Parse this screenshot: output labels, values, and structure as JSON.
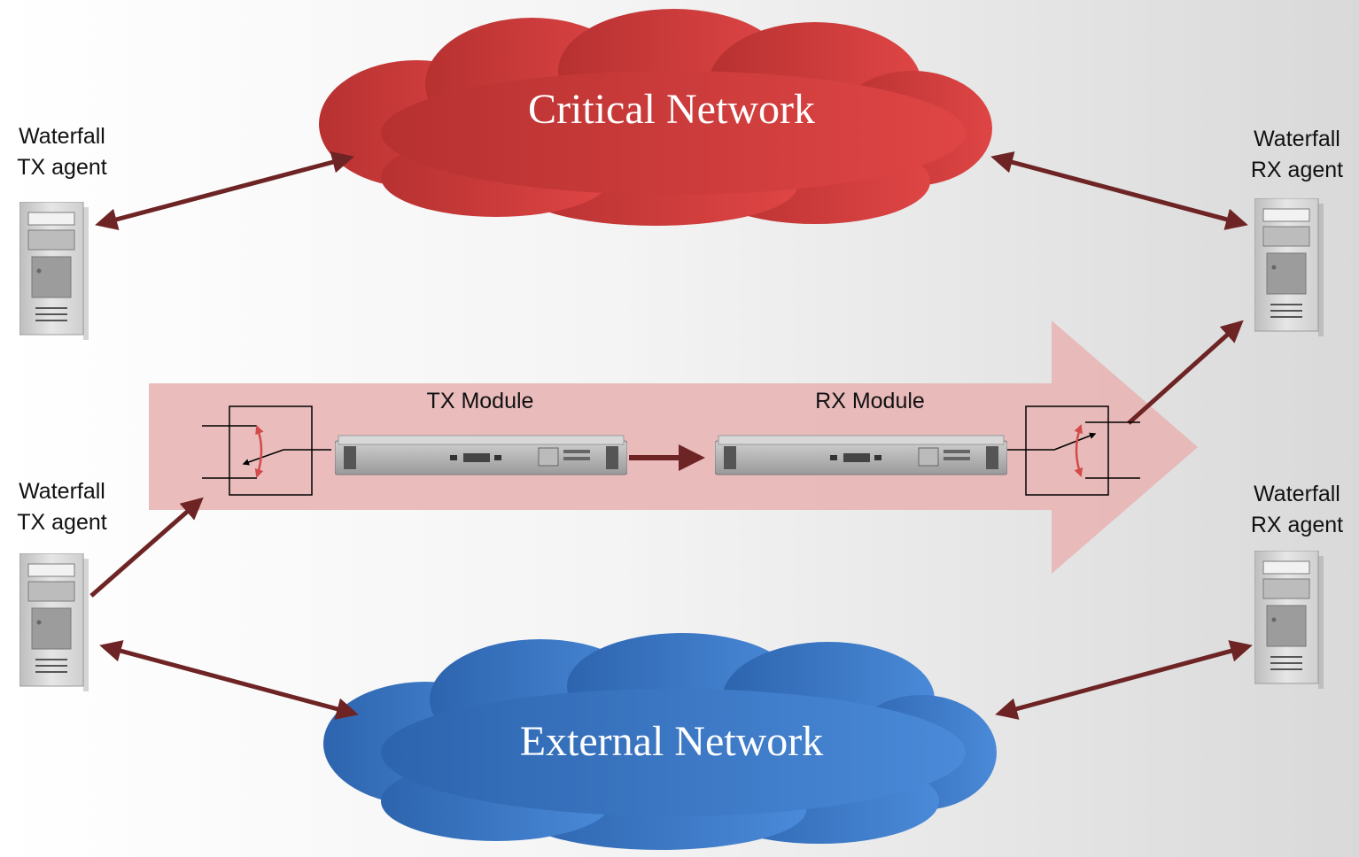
{
  "diagram": {
    "clouds": {
      "critical": {
        "title": "Critical Network",
        "color": "#d13b3b"
      },
      "external": {
        "title": "External Network",
        "color": "#3a77c6"
      }
    },
    "modules": {
      "tx": {
        "title": "TX Module"
      },
      "rx": {
        "title": "RX Module"
      }
    },
    "agents": {
      "tx_top": {
        "line1": "Waterfall",
        "line2": "TX agent"
      },
      "tx_bottom": {
        "line1": "Waterfall",
        "line2": "TX agent"
      },
      "rx_top": {
        "line1": "Waterfall",
        "line2": "RX agent"
      },
      "rx_bottom": {
        "line1": "Waterfall",
        "line2": "RX agent"
      }
    },
    "colors": {
      "arrow": "#6e2424",
      "flow_band": "#e8b5b5",
      "switch_arc": "#d24b4b"
    }
  }
}
